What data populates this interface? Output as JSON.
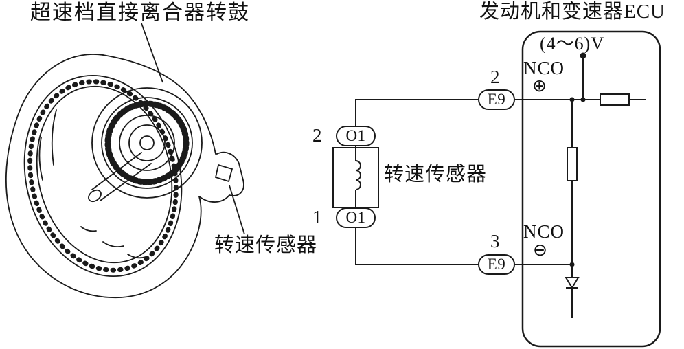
{
  "page": {
    "background": "#ffffff",
    "ink_color": "#1a1a1a"
  },
  "left_figure": {
    "drum_label": "超速档直接离合器转鼓",
    "sensor_label": "转速传感器"
  },
  "schematic": {
    "ecu_title": "发动机和变速器ECU",
    "voltage_label": "(4～6)V",
    "nco_top_label": "NCO",
    "nco_top_polarity": "⊕",
    "nco_bottom_label": "NCO",
    "nco_bottom_polarity": "⊖",
    "sensor_box_label": "转速传感器",
    "connectors": {
      "e9_top": {
        "pin": "2",
        "label": "E9"
      },
      "e9_bottom": {
        "pin": "3",
        "label": "E9"
      },
      "o1_top": {
        "pin": "2",
        "label": "O1"
      },
      "o1_bottom": {
        "pin": "1",
        "label": "O1"
      }
    },
    "icons": {
      "coil": "inductor-coil-icon",
      "resistor_horizontal": "resistor-icon",
      "resistor_vertical": "resistor-icon",
      "diode": "diode-icon",
      "power_terminal": "power-dot-icon",
      "junction": "junction-dot-icon"
    }
  }
}
